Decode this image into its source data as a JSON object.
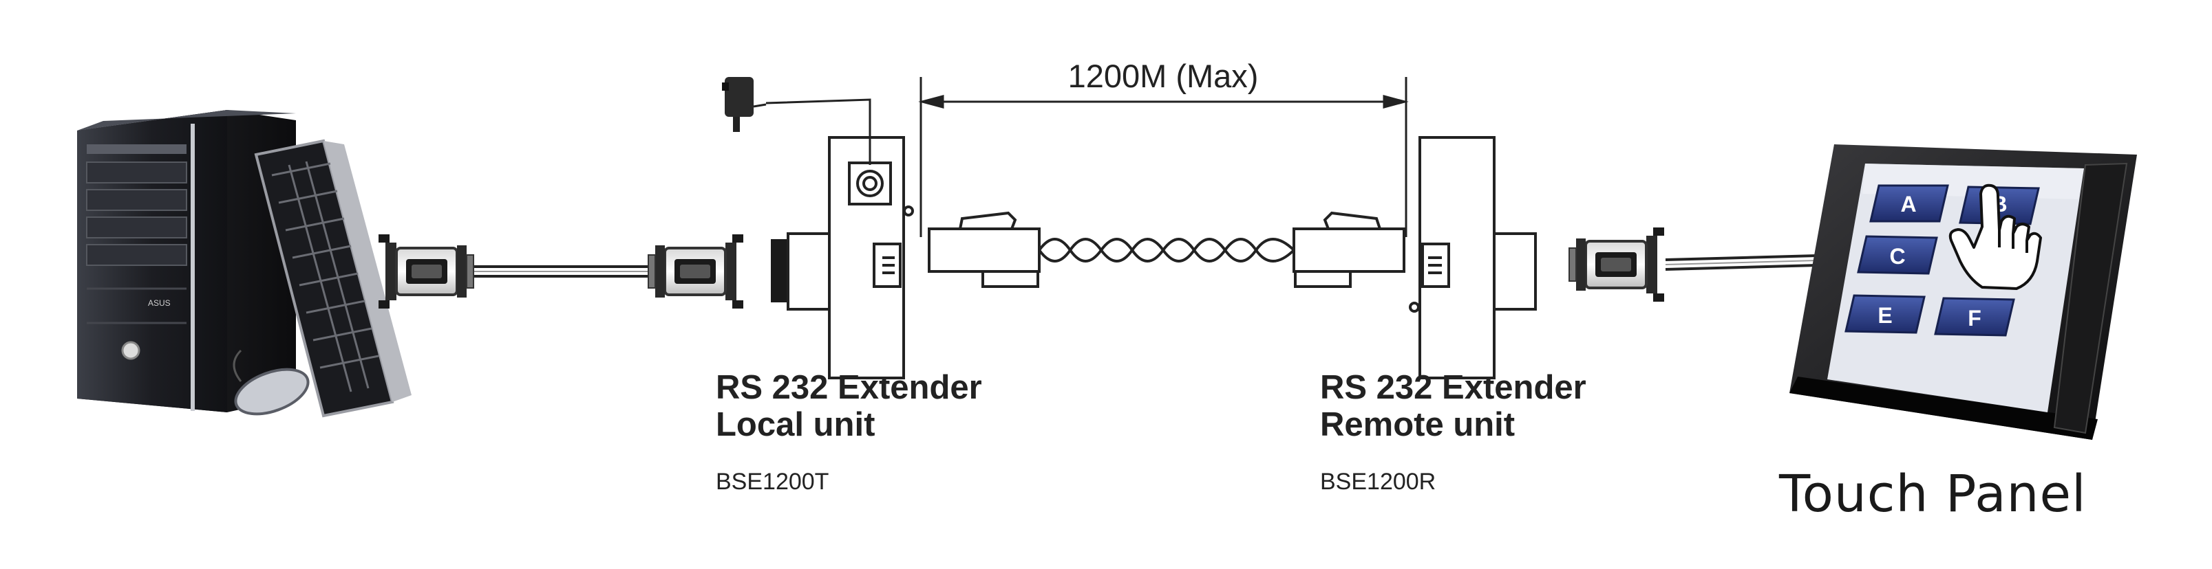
{
  "distance_label": "1200M (Max)",
  "local_unit": {
    "line1": "RS 232 Extender",
    "line2": "Local unit",
    "model": "BSE1200T"
  },
  "remote_unit": {
    "line1": "RS 232 Extender",
    "line2": "Remote unit",
    "model": "BSE1200R"
  },
  "touch_panel_label": "Touch Panel",
  "pc_brand": "ASUS",
  "touch_buttons": [
    "A",
    "B",
    "C",
    "E",
    "F"
  ],
  "icons": [
    "pc-tower-icon",
    "keyboard-icon",
    "mouse-icon",
    "power-adapter-icon",
    "db9-connector-icon",
    "rj45-plug-icon",
    "hand-pointer-icon"
  ],
  "colors": {
    "line": "#222222",
    "tower": "#1e1f24",
    "screen_bg": "#e4e7ee",
    "button_blue": "#2b3f86"
  }
}
